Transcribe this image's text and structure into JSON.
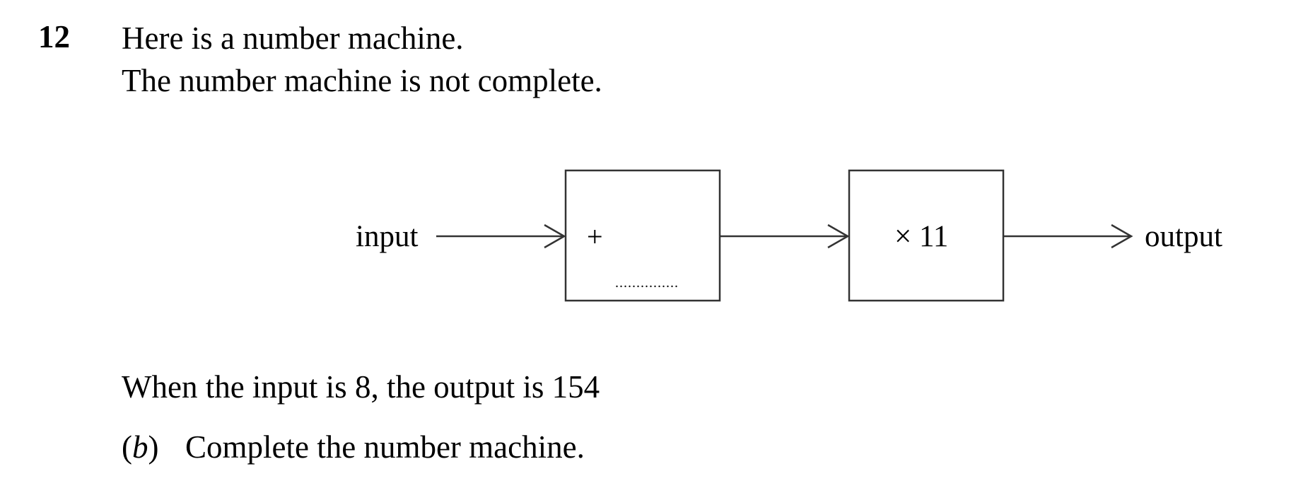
{
  "question": {
    "number": "12",
    "intro_line1": "Here is a number machine.",
    "intro_line2": "The number machine is not complete.",
    "condition": "When the input is 8, the output is 154",
    "part": {
      "label_letter": "b",
      "instruction": "Complete the number machine."
    }
  },
  "machine": {
    "input_label": "input",
    "output_label": "output",
    "box1": {
      "operator": "+",
      "answer_placeholder": "..............."
    },
    "box2": {
      "operation": "× 11"
    }
  }
}
